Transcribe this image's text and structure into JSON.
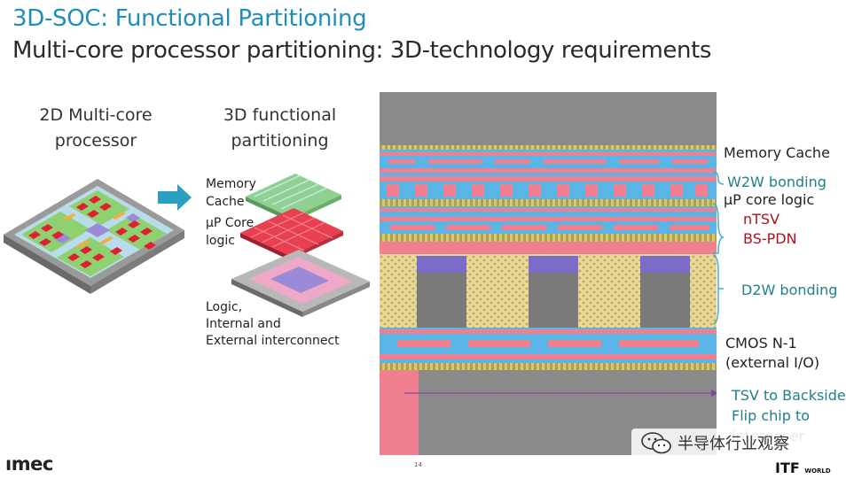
{
  "slide": {
    "title": "3D-SOC: Functional Partitioning",
    "subtitle": "Multi-core processor partitioning:  3D-technology requirements",
    "page_number": "14"
  },
  "left_panel": {
    "heading_2d_line1": "2D Multi-core",
    "heading_2d_line2": "processor",
    "heading_3d_line1": "3D functional",
    "heading_3d_line2": "partitioning",
    "label_memory_line1": "Memory",
    "label_memory_line2": "Cache",
    "label_core_line1": "μP Core",
    "label_core_line2": "logic",
    "label_logic_line1": "Logic,",
    "label_logic_line2": "Internal and",
    "label_logic_line3": "External interconnect"
  },
  "cross_section_labels": {
    "memory_cache": "Memory Cache",
    "w2w_bonding": "W2W bonding",
    "up_core_logic": "μP core logic",
    "ntsv": "nTSV",
    "bs_pdn": "BS-PDN",
    "d2w_bonding": "D2W bonding",
    "cmos_line1": "CMOS N-1",
    "cmos_line2": "(external I/O)",
    "tsv_line1": "TSV to Backside",
    "tsv_line2": "Flip chip to",
    "tsv_line3": "interposer"
  },
  "branding": {
    "imec": "ımec",
    "itf": "ITF",
    "itf_world": "WORLD",
    "watermark": "半导体行业观察"
  },
  "colors": {
    "title": "#1f8fb8",
    "teal_label": "#1f7f8a",
    "red_label": "#b01020",
    "pink": "#f08090",
    "blue": "#5ab4e6",
    "gray": "#8a8a8a",
    "purple": "#7a6cc8",
    "gold": "#d8c070"
  }
}
